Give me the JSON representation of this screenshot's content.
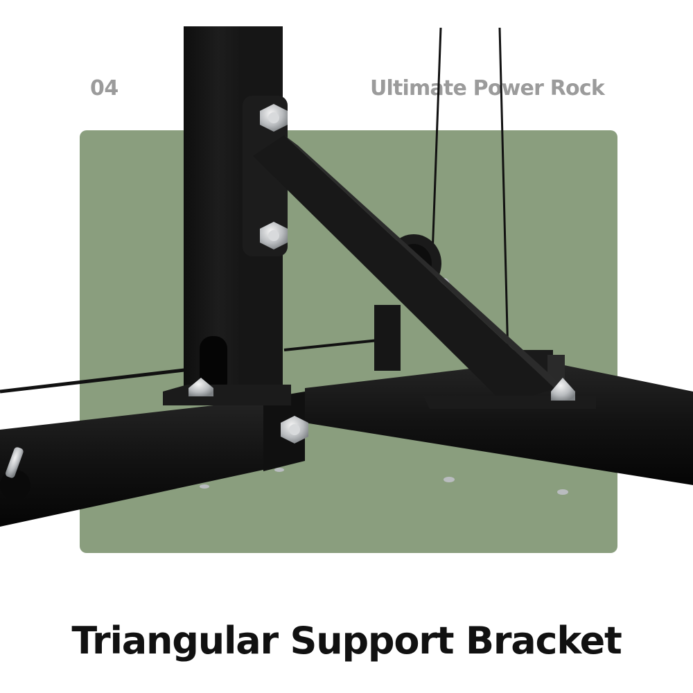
{
  "header": {
    "index": "04",
    "product_name": "Ultimate Power Rock"
  },
  "headline": "Triangular Support Bracket",
  "colors": {
    "background": "#ffffff",
    "panel": "#8a9e7e",
    "header_text": "#9b9b9b",
    "headline_text": "#111111",
    "frame_steel": "#141414",
    "bolt": "#c9cbcd"
  }
}
